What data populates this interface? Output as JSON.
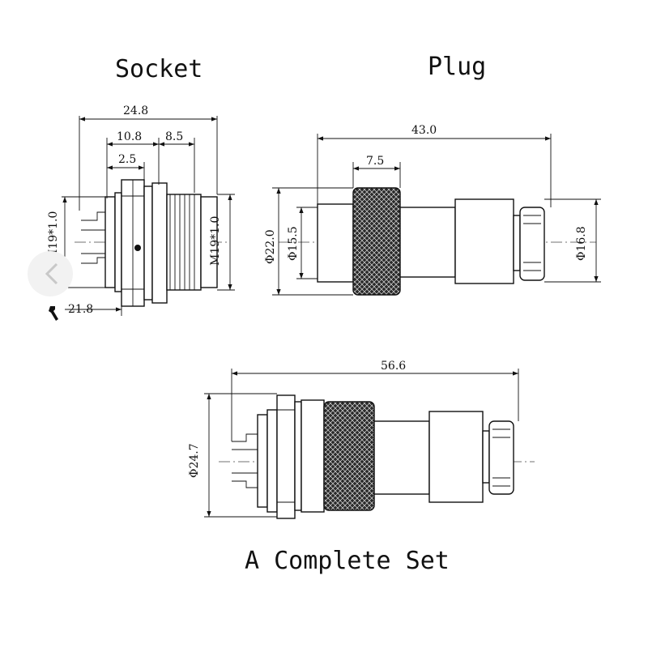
{
  "titles": {
    "socket": "Socket",
    "plug": "Plug",
    "set": "A Complete Set"
  },
  "socket": {
    "total_length": "24.8",
    "body_length": "10.8",
    "thread_length": "8.5",
    "flange_offset": "2.5",
    "left_thread": "M19*1.0",
    "right_thread": "M19*1.0",
    "wrench_size": "21.8"
  },
  "plug": {
    "total_length": "43.0",
    "knurl_length": "7.5",
    "outer_diameter": "Φ22.0",
    "inner_diameter": "Φ15.5",
    "tail_diameter": "Φ16.8"
  },
  "complete_set": {
    "total_length": "56.6",
    "diameter": "Φ24.7"
  },
  "icons": [
    "wrench-icon",
    "chevron-left-icon"
  ]
}
